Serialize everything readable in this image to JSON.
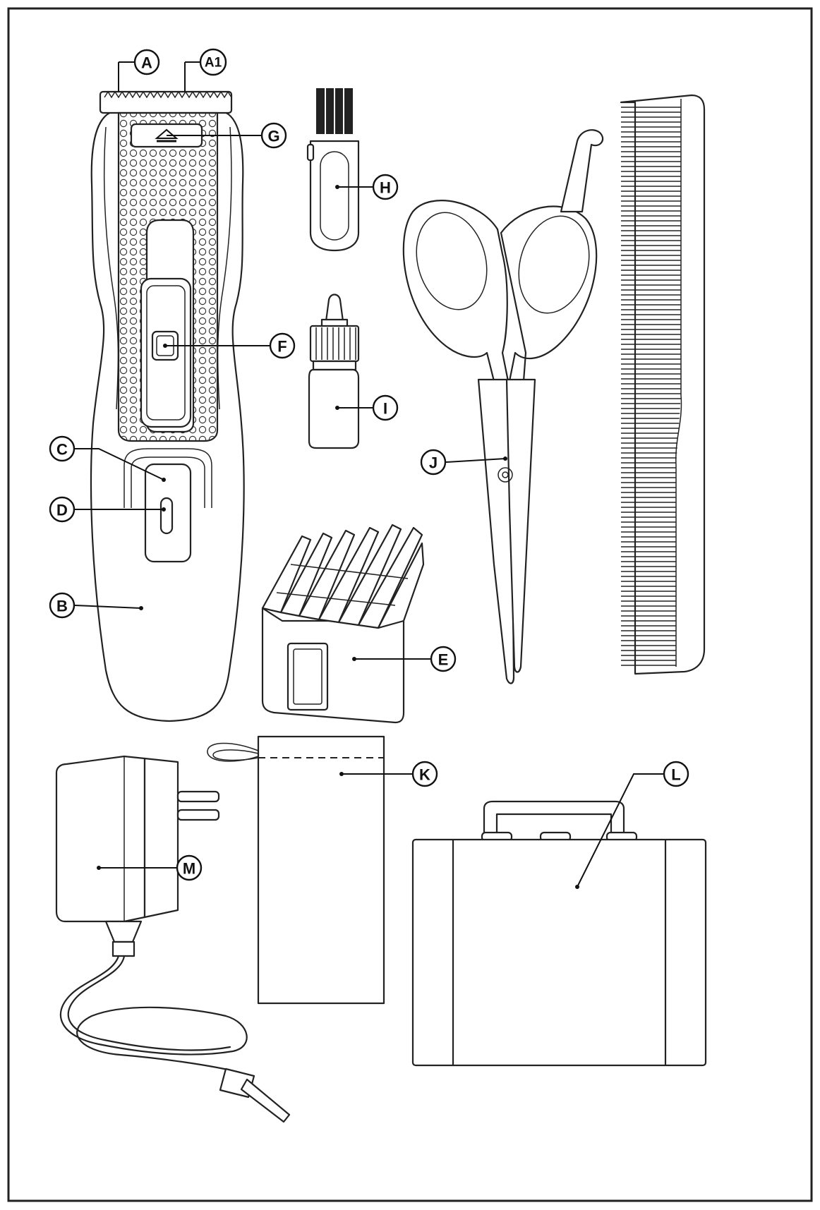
{
  "callouts": {
    "A": "A",
    "A1": "A1",
    "G": "G",
    "H": "H",
    "F": "F",
    "I": "I",
    "C": "C",
    "D": "D",
    "J": "J",
    "B": "B",
    "E": "E",
    "K": "K",
    "L": "L",
    "M": "M"
  }
}
